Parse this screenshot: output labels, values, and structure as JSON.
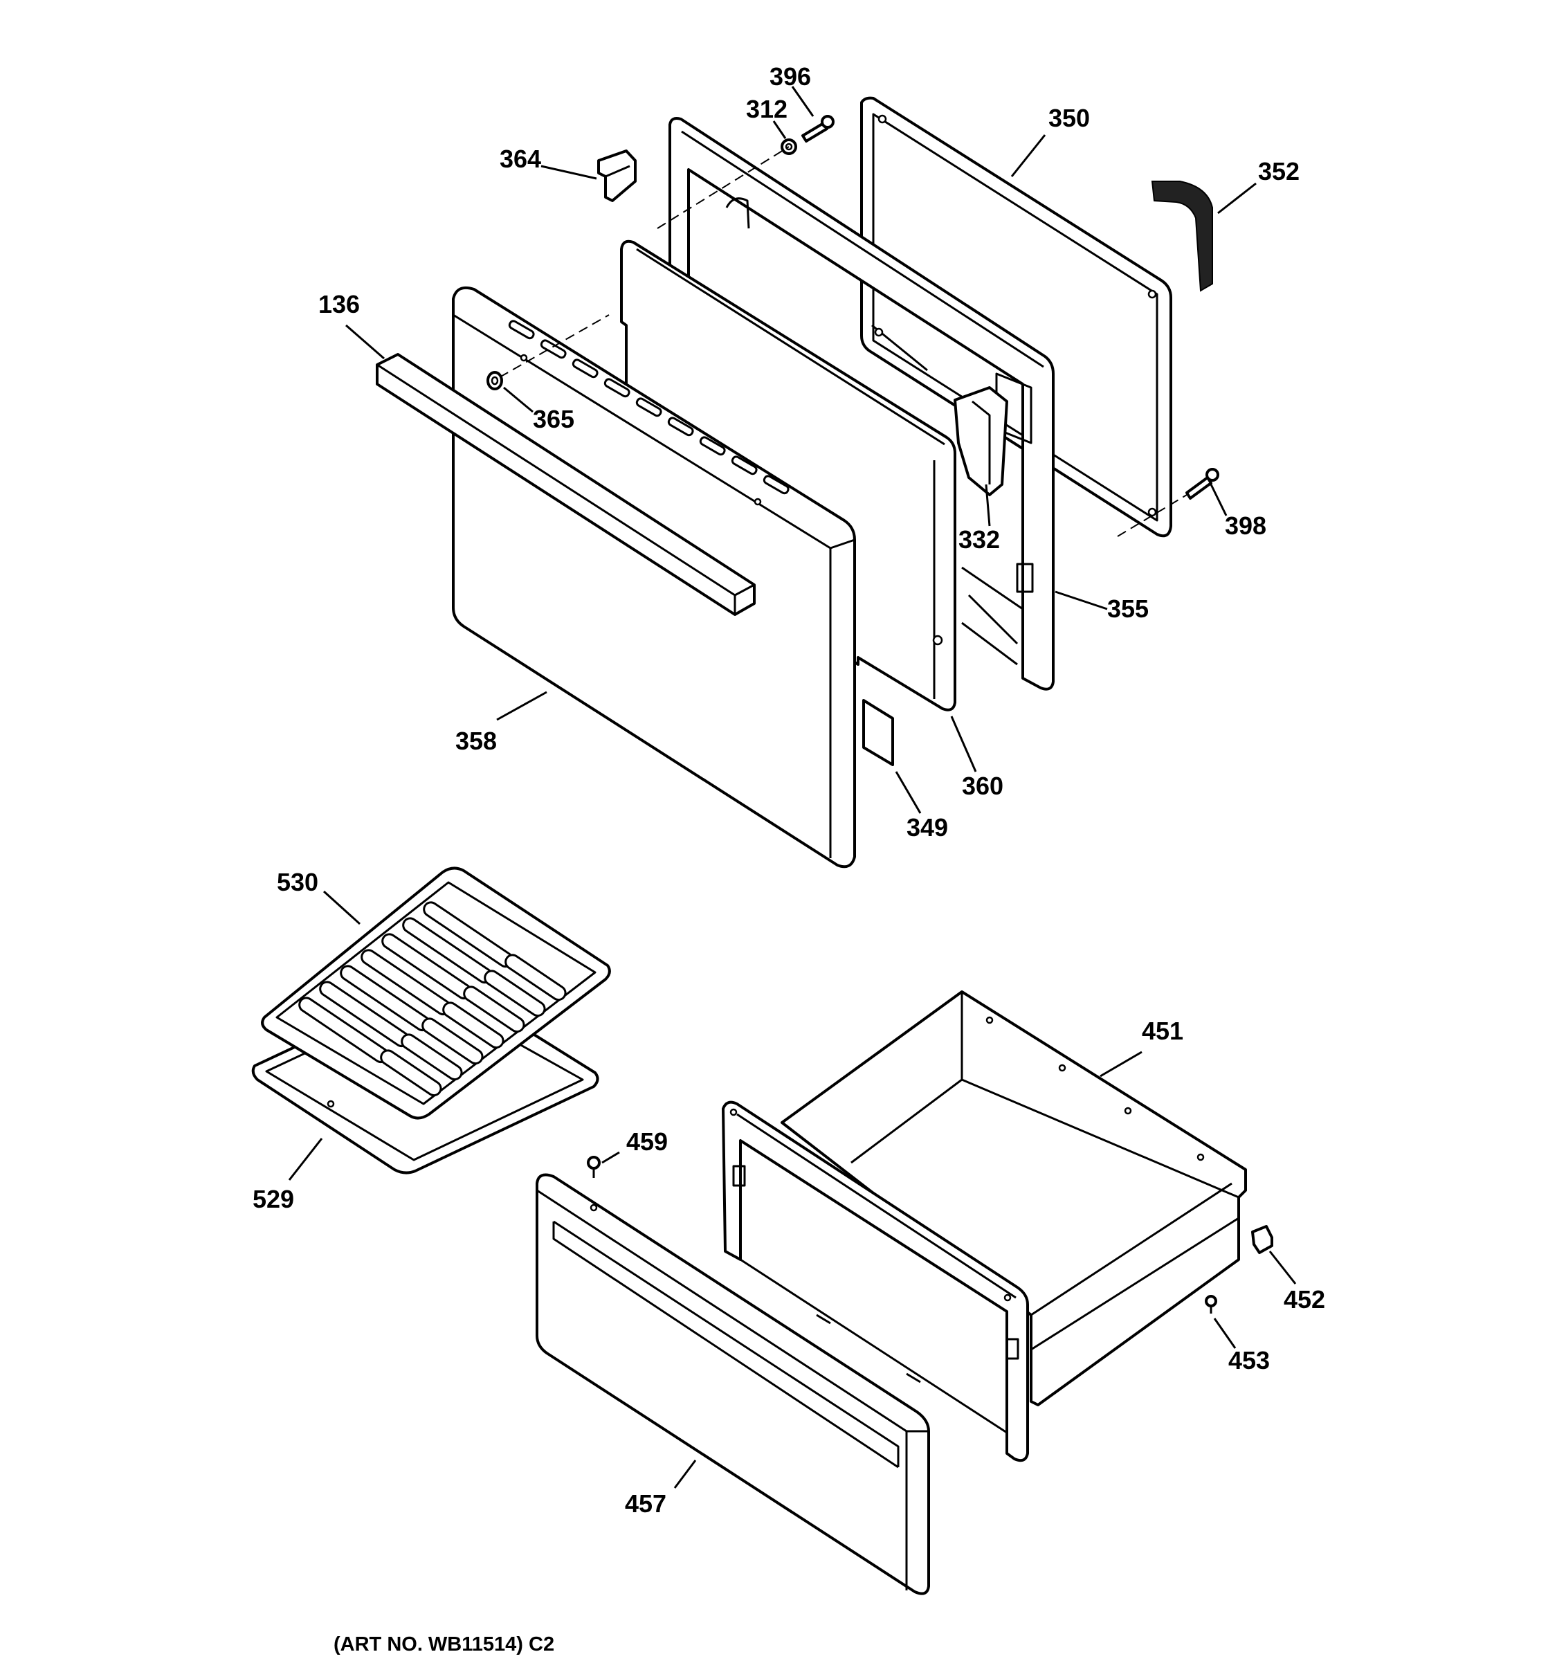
{
  "caption": "(ART NO. WB11514) C2",
  "parts": [
    {
      "id": "p396",
      "number": "396"
    },
    {
      "id": "p312",
      "number": "312"
    },
    {
      "id": "p350",
      "number": "350"
    },
    {
      "id": "p364",
      "number": "364"
    },
    {
      "id": "p352",
      "number": "352"
    },
    {
      "id": "p136",
      "number": "136"
    },
    {
      "id": "p365",
      "number": "365"
    },
    {
      "id": "p332",
      "number": "332"
    },
    {
      "id": "p398",
      "number": "398"
    },
    {
      "id": "p355",
      "number": "355"
    },
    {
      "id": "p358",
      "number": "358"
    },
    {
      "id": "p360",
      "number": "360"
    },
    {
      "id": "p349",
      "number": "349"
    },
    {
      "id": "p530",
      "number": "530"
    },
    {
      "id": "p451",
      "number": "451"
    },
    {
      "id": "p459",
      "number": "459"
    },
    {
      "id": "p529",
      "number": "529"
    },
    {
      "id": "p452",
      "number": "452"
    },
    {
      "id": "p453",
      "number": "453"
    },
    {
      "id": "p457",
      "number": "457"
    }
  ]
}
